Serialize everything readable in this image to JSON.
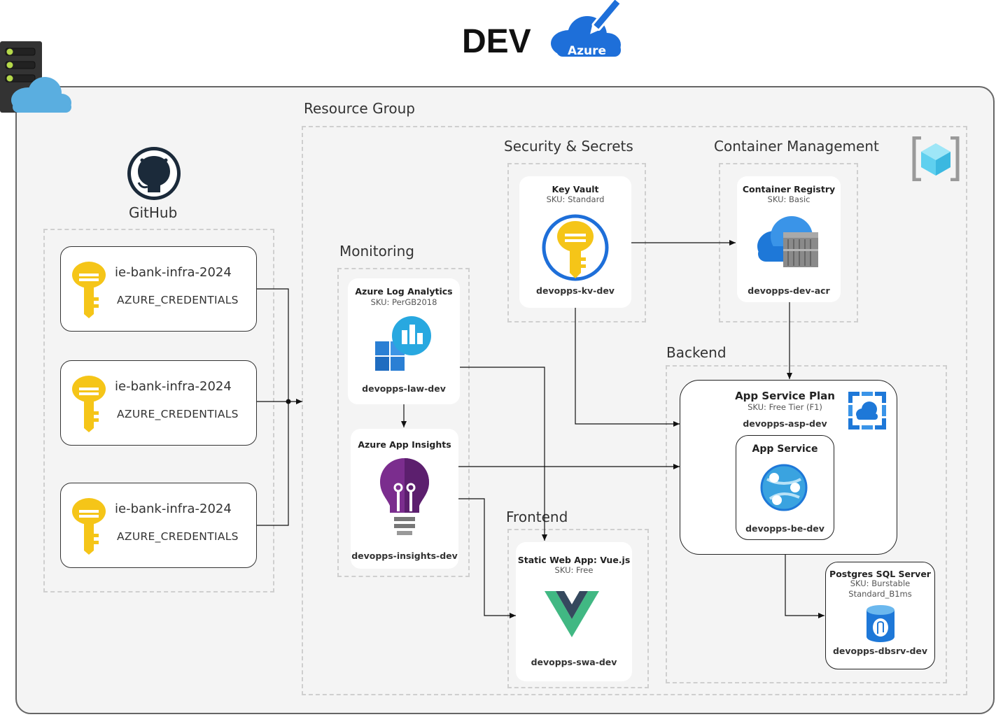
{
  "title": "DEV",
  "azure_badge": "Azure",
  "resource_group_label": "Resource Group",
  "github": {
    "label": "GitHub",
    "secrets": [
      {
        "repo": "ie-bank-infra-2024",
        "secret": "AZURE_CREDENTIALS"
      },
      {
        "repo": "ie-bank-infra-2024",
        "secret": "AZURE_CREDENTIALS"
      },
      {
        "repo": "ie-bank-infra-2024",
        "secret": "AZURE_CREDENTIALS"
      }
    ]
  },
  "groups": {
    "monitoring": "Monitoring",
    "security": "Security & Secrets",
    "container": "Container Management",
    "backend": "Backend",
    "frontend": "Frontend"
  },
  "resources": {
    "log_analytics": {
      "title": "Azure Log Analytics",
      "sku": "SKU: PerGB2018",
      "name": "devopps-law-dev"
    },
    "app_insights": {
      "title": "Azure App Insights",
      "name": "devopps-insights-dev"
    },
    "key_vault": {
      "title": "Key Vault",
      "sku": "SKU: Standard",
      "name": "devopps-kv-dev"
    },
    "container_registry": {
      "title": "Container Registry",
      "sku": "SKU: Basic",
      "name": "devopps-dev-acr"
    },
    "app_service_plan": {
      "title": "App Service Plan",
      "sku": "SKU: Free Tier (F1)",
      "name": "devopps-asp-dev"
    },
    "app_service": {
      "title": "App Service",
      "name": "devopps-be-dev"
    },
    "static_web_app": {
      "title": "Static Web App: Vue.js",
      "sku": "SKU: Free",
      "name": "devopps-swa-dev"
    },
    "postgres": {
      "title": "Postgres SQL Server",
      "sku_line1": "SKU: Burstable",
      "sku_line2": "Standard_B1ms",
      "name": "devopps-dbsrv-dev"
    }
  },
  "colors": {
    "azure_blue": "#1e88e5",
    "key_gold": "#f5c518",
    "vue_green": "#41b883",
    "vue_dark": "#35495e",
    "insights_purple": "#7b2d8e",
    "cloud_blue": "#5aaee0"
  }
}
